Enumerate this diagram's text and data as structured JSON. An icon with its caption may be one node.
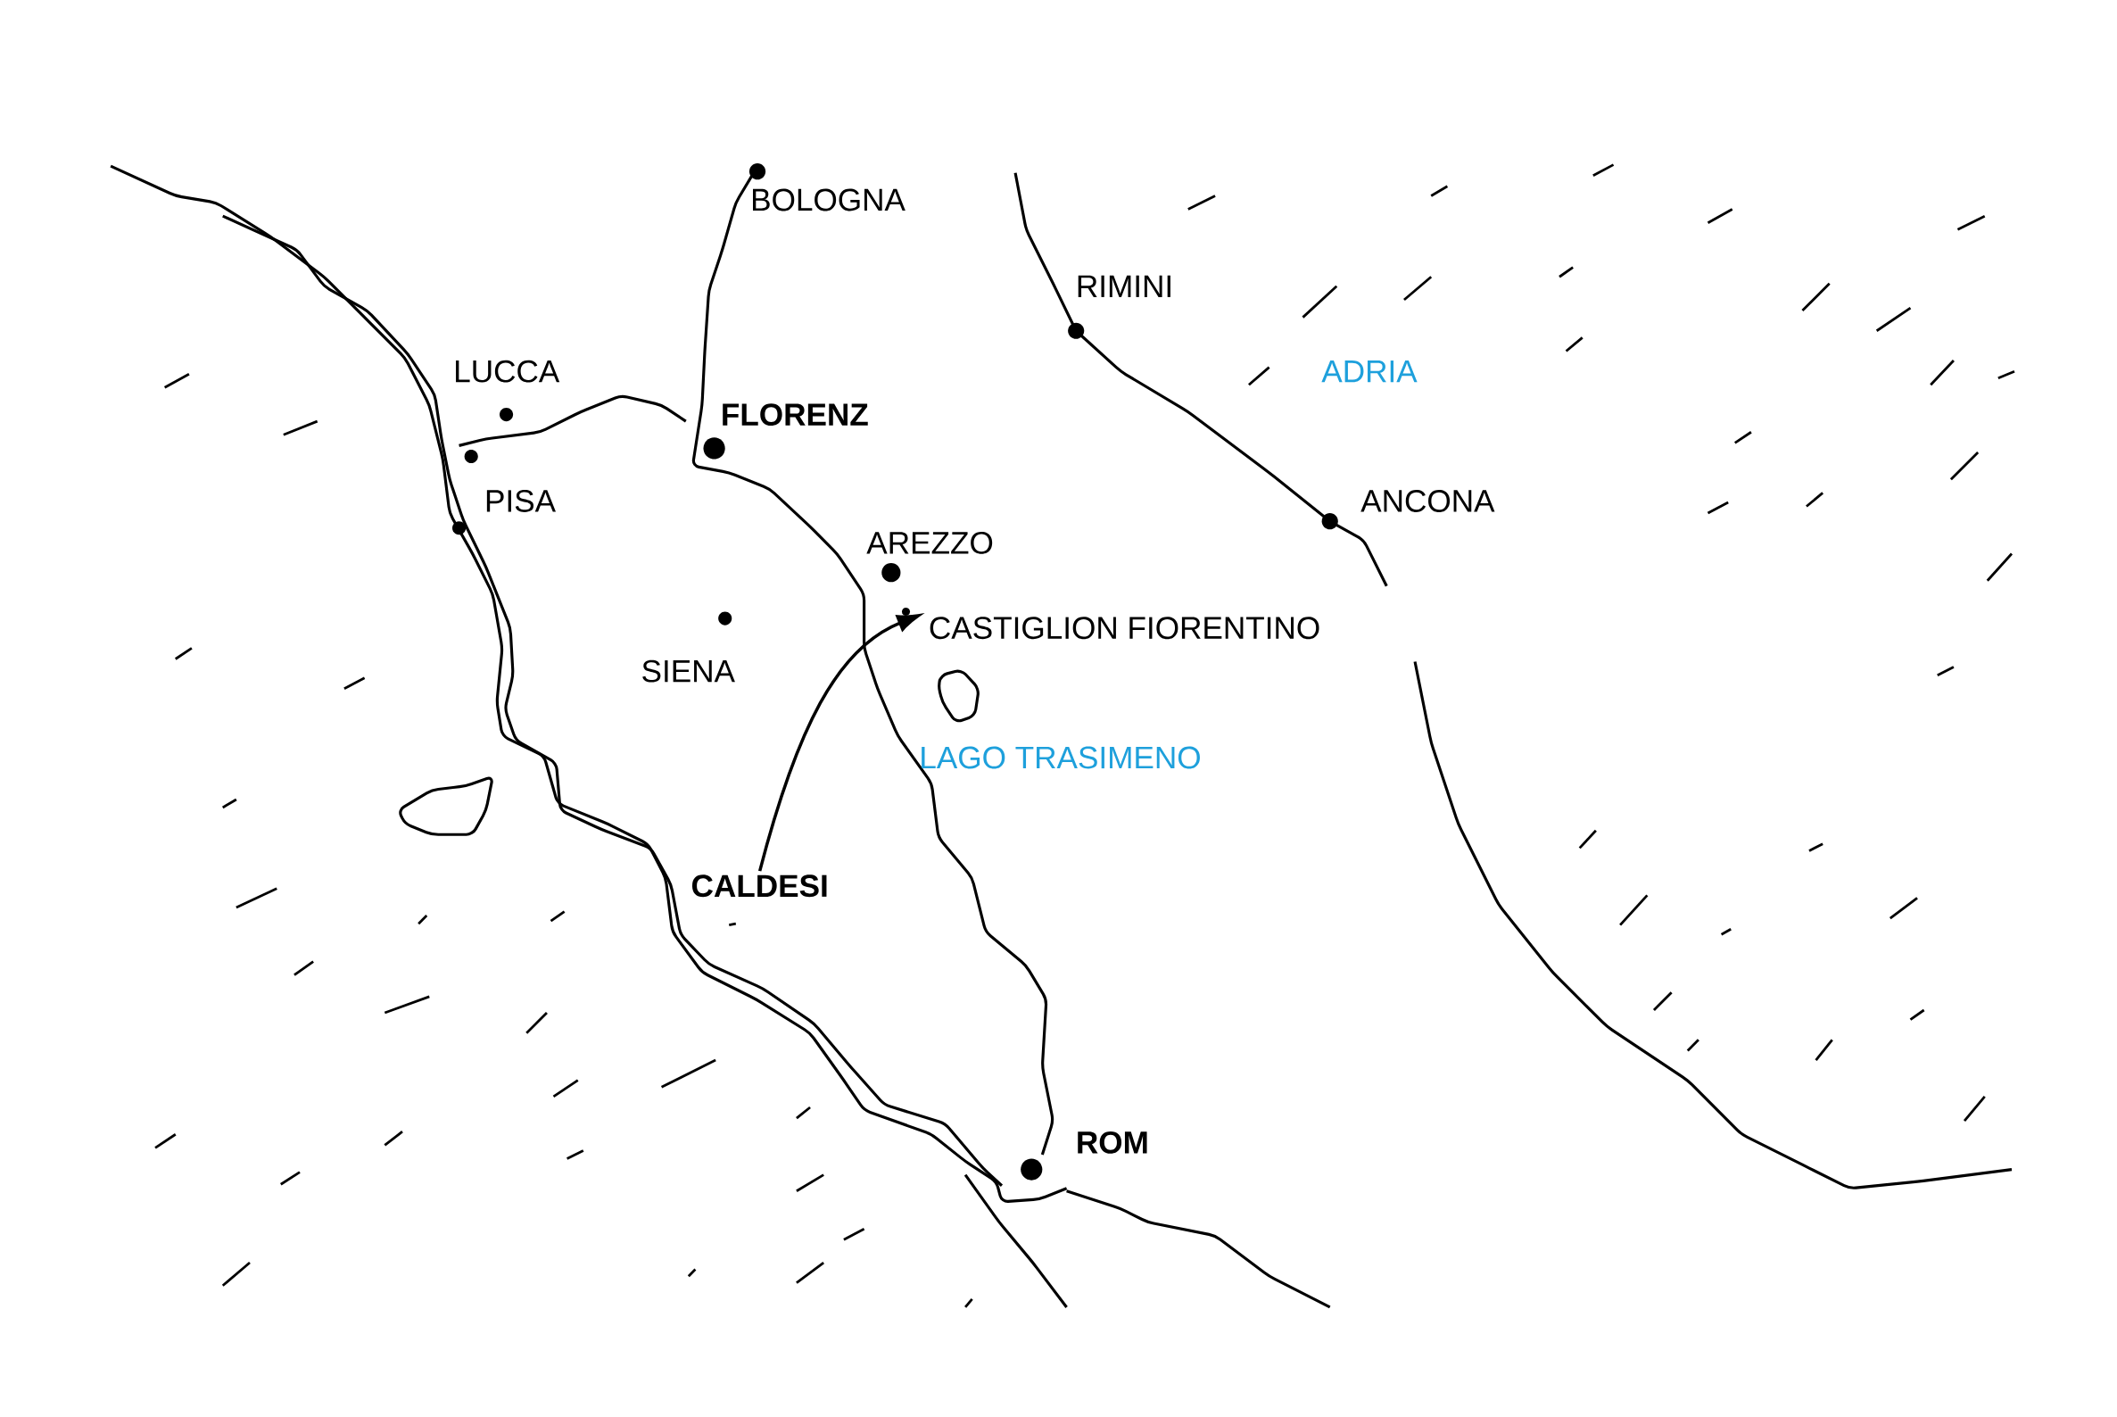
{
  "diagram": {
    "nodes": [
      {
        "text": [
          "CALDESI"
        ]
      },
      {
        "text": [
          "CASTIGLION FIORENTINO"
        ]
      }
    ],
    "edges": [
      {
        "from": 0,
        "to": 1,
        "arrow": "to"
      }
    ],
    "labels": [
      "BOLOGNA",
      "RIMINI",
      "LUCCA",
      "FLORENZ",
      "ADRIA",
      "PISA",
      "ANCONA",
      "AREZZO",
      "SIENA",
      "LAGO TRASIMENO",
      "ROM"
    ]
  }
}
